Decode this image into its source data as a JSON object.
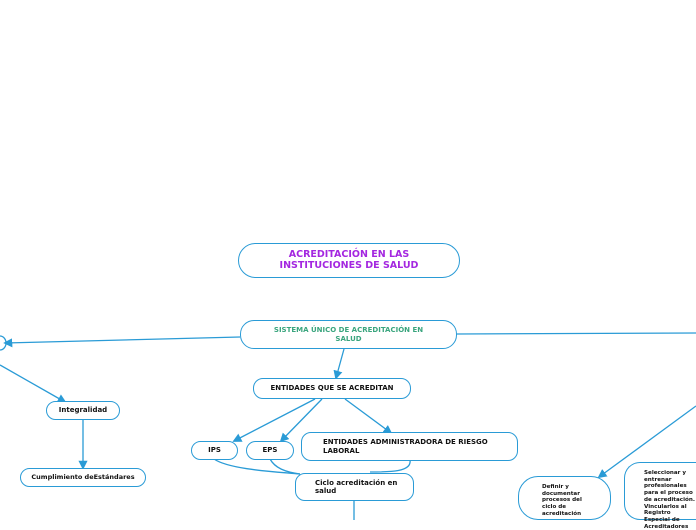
{
  "colors": {
    "connector": "#2a9bd6",
    "title": "#a427e0",
    "system": "#3aa57e",
    "text": "#111111"
  },
  "nodes": {
    "root": "ACREDITACIÓN EN LAS INSTITUCIONES DE SALUD",
    "system": "SISTEMA ÚNICO DE ACREDITACIÓN EN SALUD",
    "entities": "ENTIDADES QUE SE ACREDITAN",
    "ips": "IPS",
    "eps": "EPS",
    "arl": "ENTIDADES ADMINISTRADORA DE RIESGO LABORAL",
    "cycle": "Ciclo acreditación en salud",
    "integrality": "Integralidad",
    "standards": "Cumplimiento deEstándares",
    "define": "Definir y documentar procesos del ciclo de acreditación",
    "train": "Seleccionar y entrenar profesionales para el proceso de acreditación. Vincularlos al Registro Especial de Acreditadores"
  }
}
